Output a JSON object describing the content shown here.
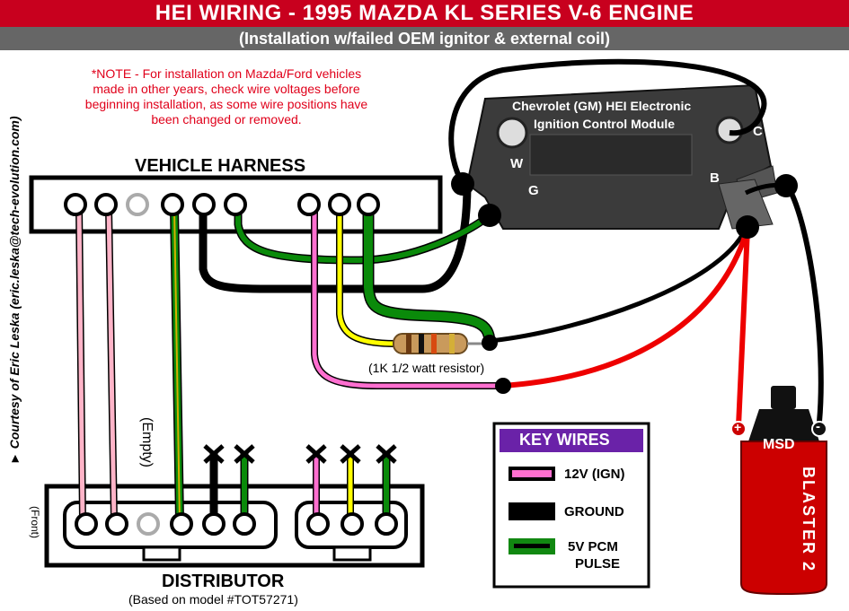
{
  "header": {
    "title": "HEI WIRING - 1995 MAZDA KL SERIES V-6 ENGINE",
    "subtitle": "(Installation w/failed OEM ignitor & external coil)"
  },
  "note": "*NOTE - For installation on Mazda/Ford vehicles made in other years, check wire voltages before beginning installation, as some wire positions have been changed or removed.",
  "credit": "► Courtesy of Eric Leska (eric.leska@tech-evolution.com)",
  "harness": {
    "label": "VEHICLE HARNESS"
  },
  "module": {
    "label_line1": "Chevrolet (GM) HEI Electronic",
    "label_line2": "Ignition Control Module",
    "terminal_w": "W",
    "terminal_g": "G",
    "terminal_b": "B",
    "terminal_c": "C"
  },
  "resistor_label": "(1K 1/2 watt resistor)",
  "empty_label": "(Empty)",
  "distributor": {
    "label": "DISTRIBUTOR",
    "model": "(Based on model #TOT57271)",
    "front": "(Front)"
  },
  "coil": {
    "brand": "MSD",
    "model": "BLASTER 2",
    "plus": "+",
    "minus": "-"
  },
  "key": {
    "title": "KEY WIRES",
    "items": [
      {
        "label": "12V (IGN)",
        "color": "#ff6fd0"
      },
      {
        "label": "GROUND",
        "color": "#000000"
      },
      {
        "label": "5V PCM",
        "label2": "PULSE",
        "color": "#118811"
      }
    ]
  },
  "colors": {
    "title_red": "#c8001e",
    "subtitle_gray": "#666666",
    "note_red": "#e0001a",
    "key_purple": "#6a22a8",
    "coil_red": "#cc0000",
    "wire_green": "#0a8a0a",
    "wire_yellow": "#ffff00",
    "wire_pink": "#ffb4c8",
    "wire_red": "#ee0000"
  }
}
